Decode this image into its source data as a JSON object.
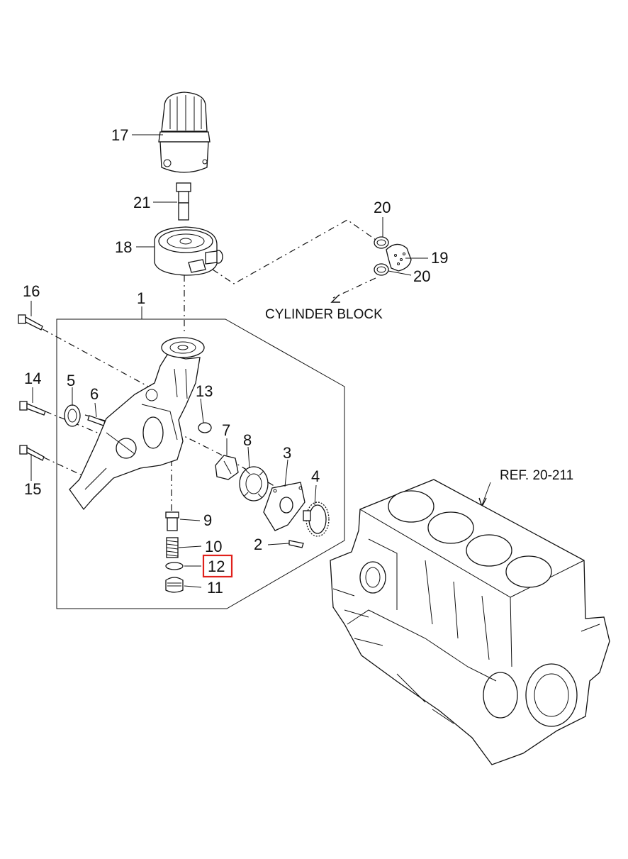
{
  "diagram": {
    "highlight_color": "#e0201b",
    "line_color": "#111111",
    "background": "#ffffff",
    "labels": {
      "p1": "1",
      "p2": "2",
      "p3": "3",
      "p4": "4",
      "p5": "5",
      "p6": "6",
      "p7": "7",
      "p8": "8",
      "p9": "9",
      "p10": "10",
      "p11": "11",
      "p12": "12",
      "p13": "13",
      "p14": "14",
      "p15": "15",
      "p16": "16",
      "p17": "17",
      "p18": "18",
      "p19": "19",
      "p20a": "20",
      "p20b": "20",
      "p21": "21"
    },
    "cylinder_block": "CYLINDER BLOCK",
    "ref": "REF. 20-211",
    "highlighted_part": "12"
  }
}
